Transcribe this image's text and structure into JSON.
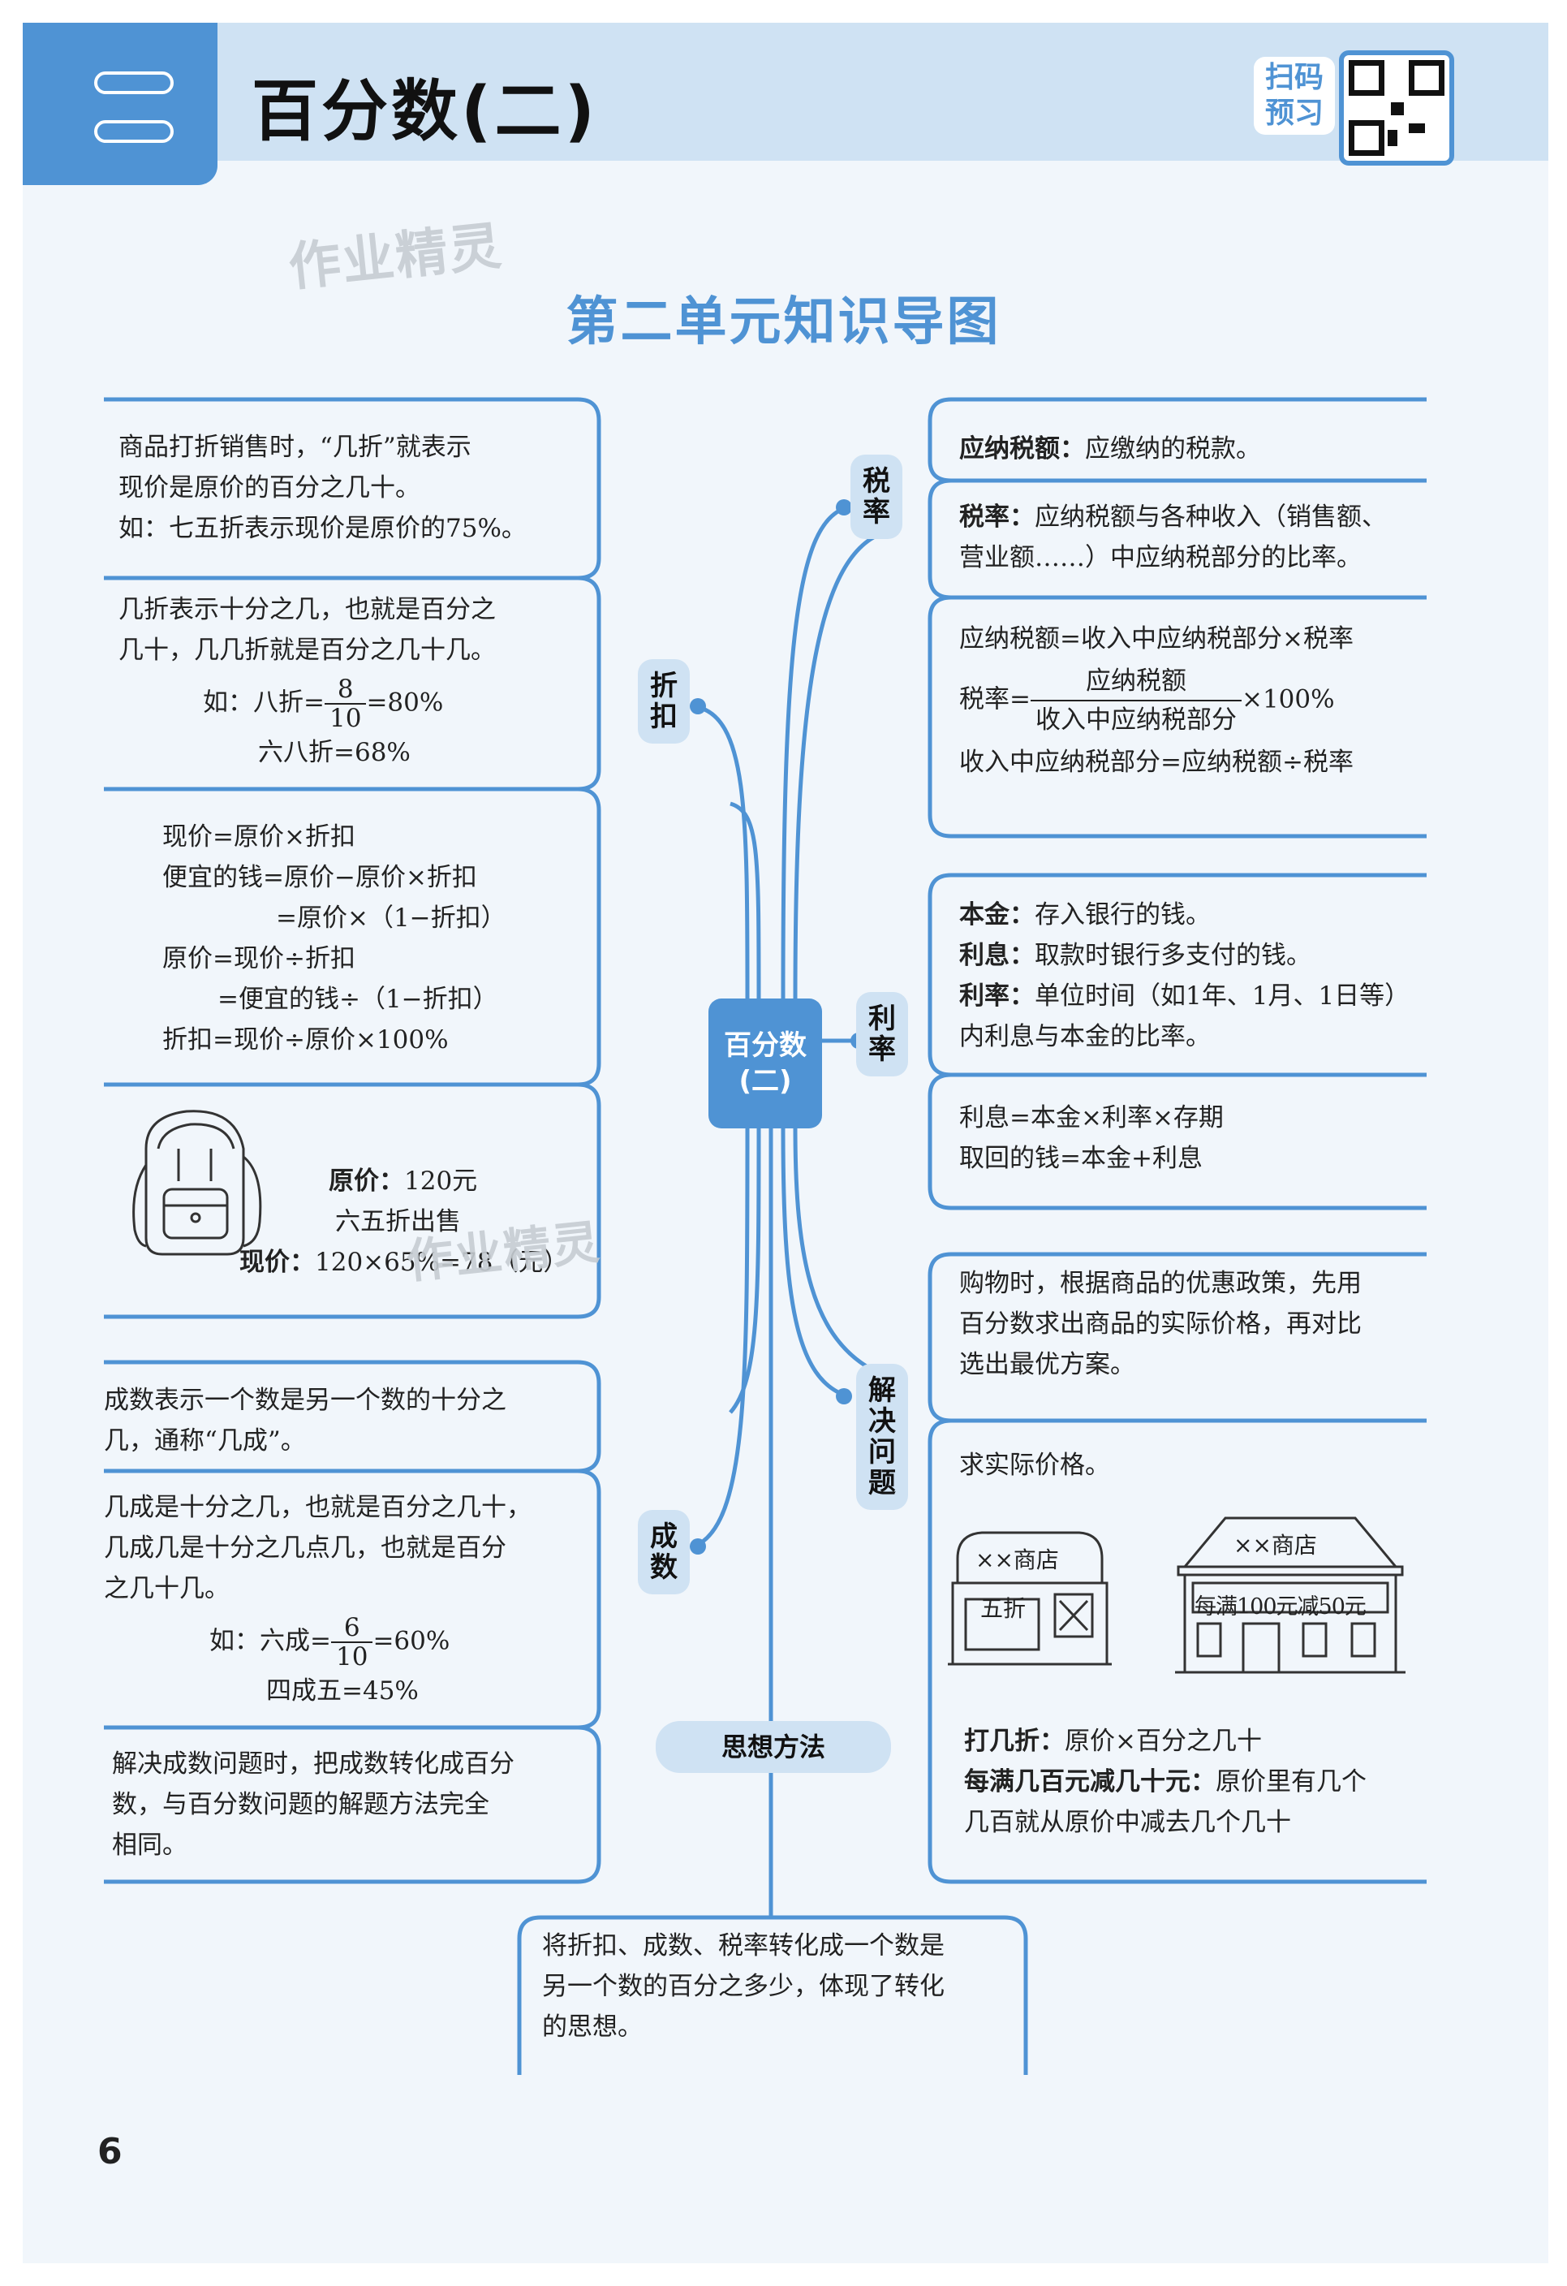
{
  "header": {
    "title": "百分数(二)",
    "scan_line1": "扫码",
    "scan_line2": "预习"
  },
  "watermark": "作业精灵",
  "page_heading": "第二单元知识导图",
  "center": {
    "line1": "百分数",
    "line2": "(二)"
  },
  "tags": {
    "zhekou": "折扣",
    "chengshu": "成数",
    "shuilv": "税率",
    "lilv": "利率",
    "jiejue": "解决问题"
  },
  "method_label": "思想方法",
  "zhekou": {
    "box1": {
      "line1": "商品打折销售时，“几折”就表示",
      "line2": "现价是原价的百分之几十。",
      "line3": "如：七五折表示现价是原价的75%。"
    },
    "box2": {
      "line1": "几折表示十分之几，也就是百分之",
      "line2": "几十，几几折就是百分之几十几。",
      "ex_pre": "如：八折=",
      "num": "8",
      "den": "10",
      "ex_post": "=80%",
      "ex2": "六八折=68%"
    },
    "box3": {
      "l1": "现价=原价×折扣",
      "l2": "便宜的钱=原价−原价×折扣",
      "l3": "=原价×（1−折扣）",
      "l4": "原价=现价÷折扣",
      "l5": "=便宜的钱÷（1−折扣）",
      "l6": "折扣=现价÷原价×100%"
    },
    "box4": {
      "orig_label": "原价：",
      "orig_val": "120元",
      "sale": "六五折出售",
      "now_label": "现价：",
      "now_val": "120×65%=78（元）"
    }
  },
  "chengshu": {
    "box1": {
      "line1": "成数表示一个数是另一个数的十分之",
      "line2": "几，通称“几成”。"
    },
    "box2": {
      "line1": "几成是十分之几，也就是百分之几十，",
      "line2": "几成几是十分之几点几，也就是百分",
      "line3": "之几十几。",
      "ex_pre": "如：六成=",
      "num": "6",
      "den": "10",
      "ex_post": "=60%",
      "ex2": "四成五=45%"
    },
    "box3": {
      "line1": "解决成数问题时，把成数转化成百分",
      "line2": "数，与百分数问题的解题方法完全",
      "line3": "相同。"
    }
  },
  "shuilv": {
    "box1": {
      "term": "应纳税额：",
      "def": "应缴纳的税款。"
    },
    "box2": {
      "term": "税率：",
      "def1": "应纳税额与各种收入（销售额、",
      "def2": "营业额……）中应纳税部分的比率。"
    },
    "box3": {
      "l1": "应纳税额=收入中应纳税部分×税率",
      "pre": "税率=",
      "num": "应纳税额",
      "den": "收入中应纳税部分",
      "post": "×100%",
      "l3": "收入中应纳税部分=应纳税额÷税率"
    }
  },
  "lilv": {
    "box1": {
      "t1": "本金：",
      "d1": "存入银行的钱。",
      "t2": "利息：",
      "d2": "取款时银行多支付的钱。",
      "t3": "利率：",
      "d3": "单位时间（如1年、1月、1日等）",
      "d4": "内利息与本金的比率。"
    },
    "box2": {
      "l1": "利息=本金×利率×存期",
      "l2": "取回的钱=本金+利息"
    }
  },
  "jiejue": {
    "box1": {
      "line1": "购物时，根据商品的优惠政策，先用",
      "line2": "百分数求出商品的实际价格，再对比",
      "line3": "选出最优方案。"
    },
    "box2": {
      "title": "求实际价格。",
      "shop1_name": "××商店",
      "shop1_sign": "五折",
      "shop2_name": "××商店",
      "shop2_sign": "每满100元减50元",
      "t1": "打几折：",
      "d1": "原价×百分之几十",
      "t2": "每满几百元减几十元：",
      "d2a": "原价里有几个",
      "d2b": "几百就从原价中减去几个几十"
    }
  },
  "method": {
    "line1": "将折扣、成数、税率转化成一个数是",
    "line2": "另一个数的百分之多少，体现了转化",
    "line3": "的思想。"
  },
  "page_number": "6"
}
